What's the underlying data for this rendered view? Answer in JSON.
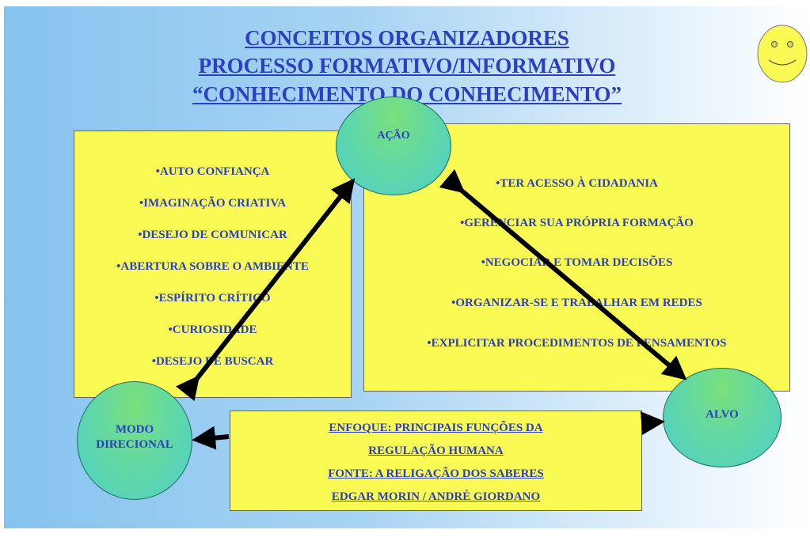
{
  "title_lines": [
    "CONCEITOS ORGANIZADORES",
    "PROCESSO FORMATIVO/INFORMATIVO",
    "“CONHECIMENTO DO CONHECIMENTO”"
  ],
  "left_box_items": [
    "•AUTO CONFIANÇA",
    "•IMAGINAÇÃO CRIATIVA",
    "•DESEJO DE COMUNICAR",
    "•ABERTURA SOBRE O AMBIENTE",
    "•ESPÍRITO CRÍTICO",
    "•CURIOSIDADE",
    "•DESEJO DE BUSCAR"
  ],
  "right_box_items": [
    "•TER ACESSO À CIDADANIA",
    "•GERENCIAR SUA PRÓPRIA FORMAÇÃO",
    "•NEGOCIAR E TOMAR DECISÕES",
    "•ORGANIZAR-SE E TRABALHAR EM REDES",
    "•EXPLICITAR PROCEDIMENTOS DE PENSAMENTOS"
  ],
  "circles": {
    "acao": "AÇÃO",
    "alvo": "ALVO",
    "modo_line1": "MODO",
    "modo_line2": "DIRECIONAL"
  },
  "bottom_box_lines": [
    "ENFOQUE: PRINCIPAIS FUNÇÕES DA",
    "REGULAÇÃO HUMANA",
    "FONTE: A RELIGAÇÃO DOS SABERES",
    "EDGAR MORIN /  ANDRÉ GIORDANO"
  ],
  "colors": {
    "text": "#2b3fbf",
    "box": "#fafa55",
    "arrow": "#000000",
    "smiley": "#fafa55"
  },
  "icons": [
    "smiley-face-icon"
  ]
}
